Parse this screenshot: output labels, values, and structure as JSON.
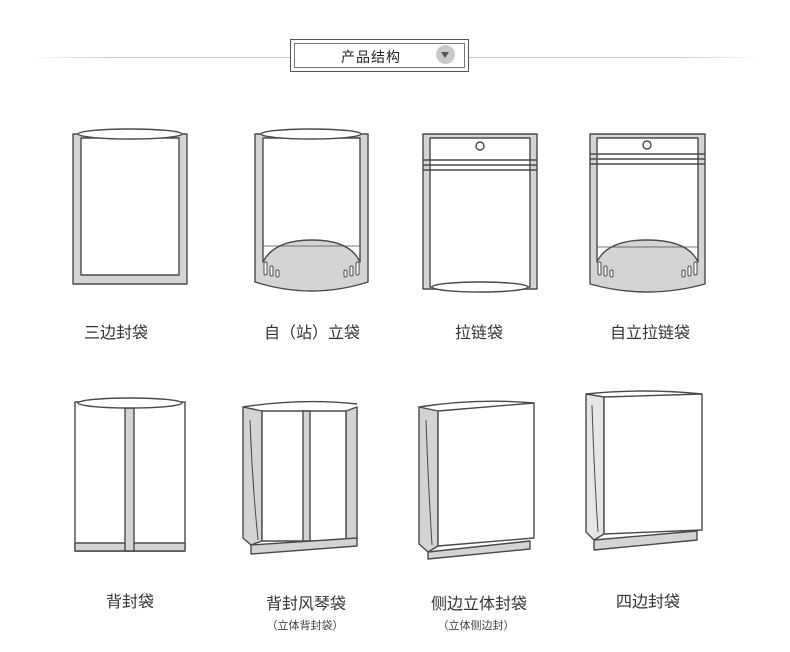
{
  "header": {
    "title": "产品结构",
    "arrow_icon": "chevron-down-icon"
  },
  "colors": {
    "outline": "#4a4a4a",
    "seal_fill": "#d4d4d4",
    "bag_fill": "#ffffff",
    "text": "#333333"
  },
  "products": [
    {
      "name": "三边封袋",
      "note": ""
    },
    {
      "name": "自（站）立袋",
      "note": ""
    },
    {
      "name": "拉链袋",
      "note": ""
    },
    {
      "name": "自立拉链袋",
      "note": ""
    },
    {
      "name": "背封袋",
      "note": ""
    },
    {
      "name": "背封风琴袋",
      "note": "（立体背封袋）"
    },
    {
      "name": "侧边立体封袋",
      "note": "（立体侧边封）"
    },
    {
      "name": "四边封袋",
      "note": ""
    }
  ]
}
